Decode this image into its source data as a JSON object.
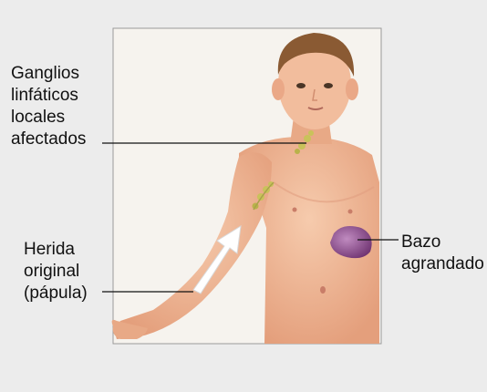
{
  "labels": {
    "ganglios": "Ganglios\nlinfáticos\nlocales\nafectados",
    "herida": "Herida\noriginal\n(pápula)",
    "bazo": "Bazo\nagrandado"
  },
  "colors": {
    "background": "#ececec",
    "panel": "#f6f3ee",
    "skin": "#f0b796",
    "hair": "#8a5a33",
    "lymph_nodes": "#c9c25a",
    "spleen": "#8c4a8a",
    "arrow": "#ffffff"
  },
  "icons": {
    "arrow": "white-arrow-up-arm-icon",
    "spleen": "spleen-icon",
    "lymph": "lymph-node-cluster-icon"
  }
}
